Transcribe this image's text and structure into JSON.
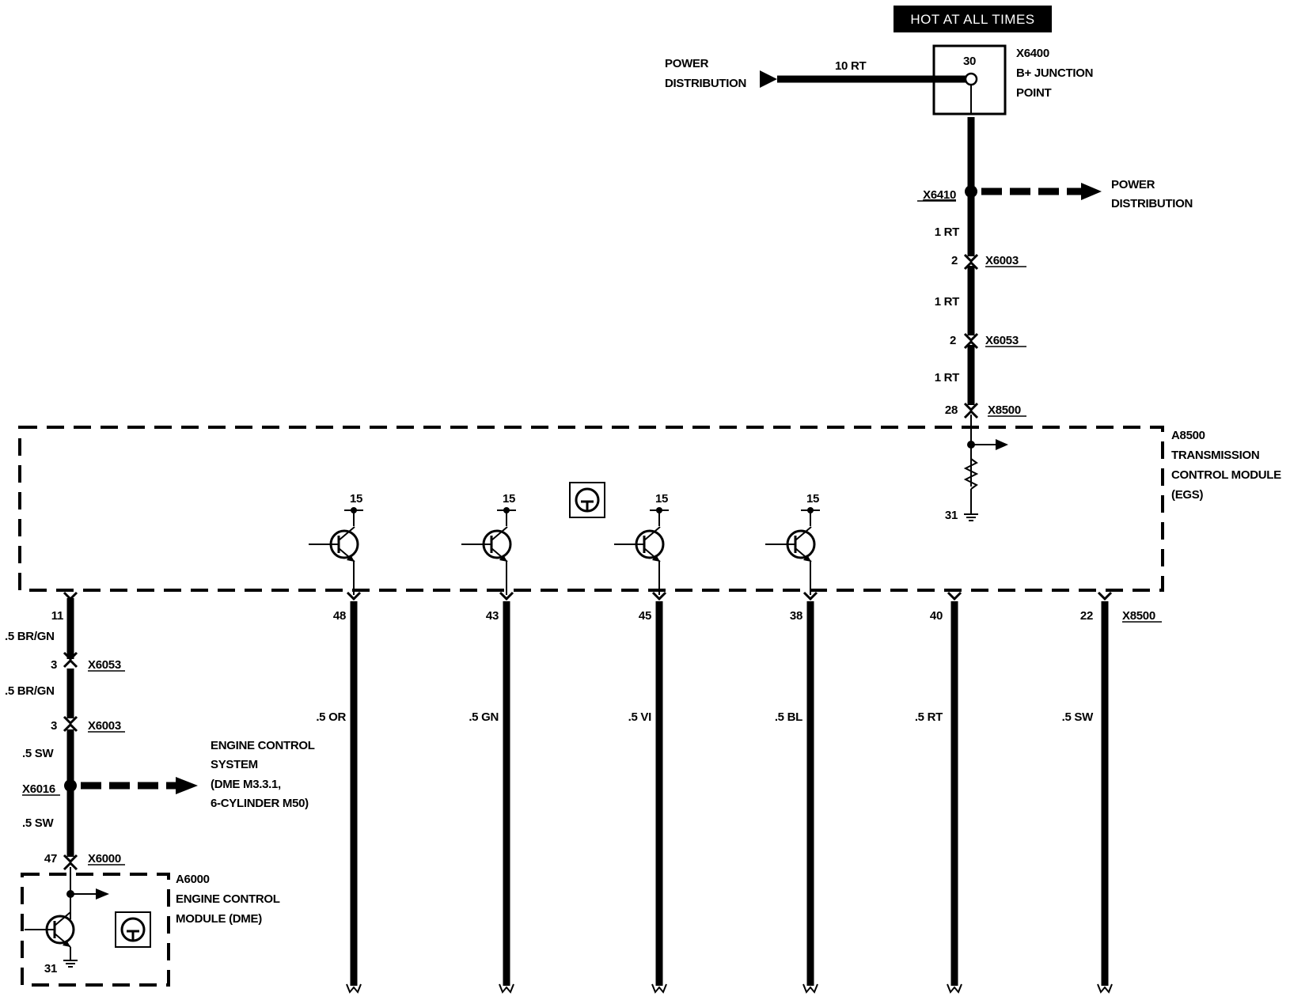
{
  "header": {
    "hot_label": "HOT AT ALL TIMES"
  },
  "top": {
    "power_in_line1": "POWER",
    "power_in_line2": "DISTRIBUTION",
    "wire_10rt": "10 RT",
    "x6400_id": "X6400",
    "x6400_pin": "30",
    "x6400_line1": "B+ JUNCTION",
    "x6400_line2": "POINT",
    "x6410_id": "X6410",
    "power_out_line1": "POWER",
    "power_out_line2": "DISTRIBUTION",
    "wire_1rt_a": "1 RT",
    "x6003_pin": "2",
    "x6003_id": "X6003",
    "wire_1rt_b": "1 RT",
    "x6053_pin": "2",
    "x6053_id": "X6053",
    "wire_1rt_c": "1 RT",
    "x8500_pin": "28",
    "x8500_id": "X8500"
  },
  "tcm": {
    "id": "A8500",
    "line1": "TRANSMISSION",
    "line2": "CONTROL MODULE",
    "line3": "(EGS)",
    "ground_pin": "31",
    "transistors": [
      {
        "supply": "15",
        "pin": "48",
        "wire": ".5 OR"
      },
      {
        "supply": "15",
        "pin": "43",
        "wire": ".5 GN"
      },
      {
        "supply": "15",
        "pin": "45",
        "wire": ".5 VI"
      },
      {
        "supply": "15",
        "pin": "38",
        "wire": ".5 BL"
      }
    ],
    "extra_pins": [
      {
        "pin": "40",
        "wire": ".5 RT"
      },
      {
        "pin": "22",
        "wire": ".5 SW"
      }
    ],
    "bottom_connector_id": "X8500"
  },
  "left": {
    "pin11": "11",
    "wire_brgn_a": ".5 BR/GN",
    "x6053_pin": "3",
    "x6053_id": "X6053",
    "wire_brgn_b": ".5 BR/GN",
    "x6003_pin": "3",
    "x6003_id": "X6003",
    "wire_sw_a": ".5 SW",
    "x6016_id": "X6016",
    "ecs_line1": "ENGINE CONTROL",
    "ecs_line2": "SYSTEM",
    "ecs_line3": "(DME M3.3.1,",
    "ecs_line4": "6-CYLINDER M50)",
    "wire_sw_b": ".5 SW",
    "x6000_pin": "47",
    "x6000_id": "X6000",
    "ecm_id": "A6000",
    "ecm_line1": "ENGINE CONTROL",
    "ecm_line2": "MODULE (DME)",
    "ecm_ground_pin": "31"
  }
}
